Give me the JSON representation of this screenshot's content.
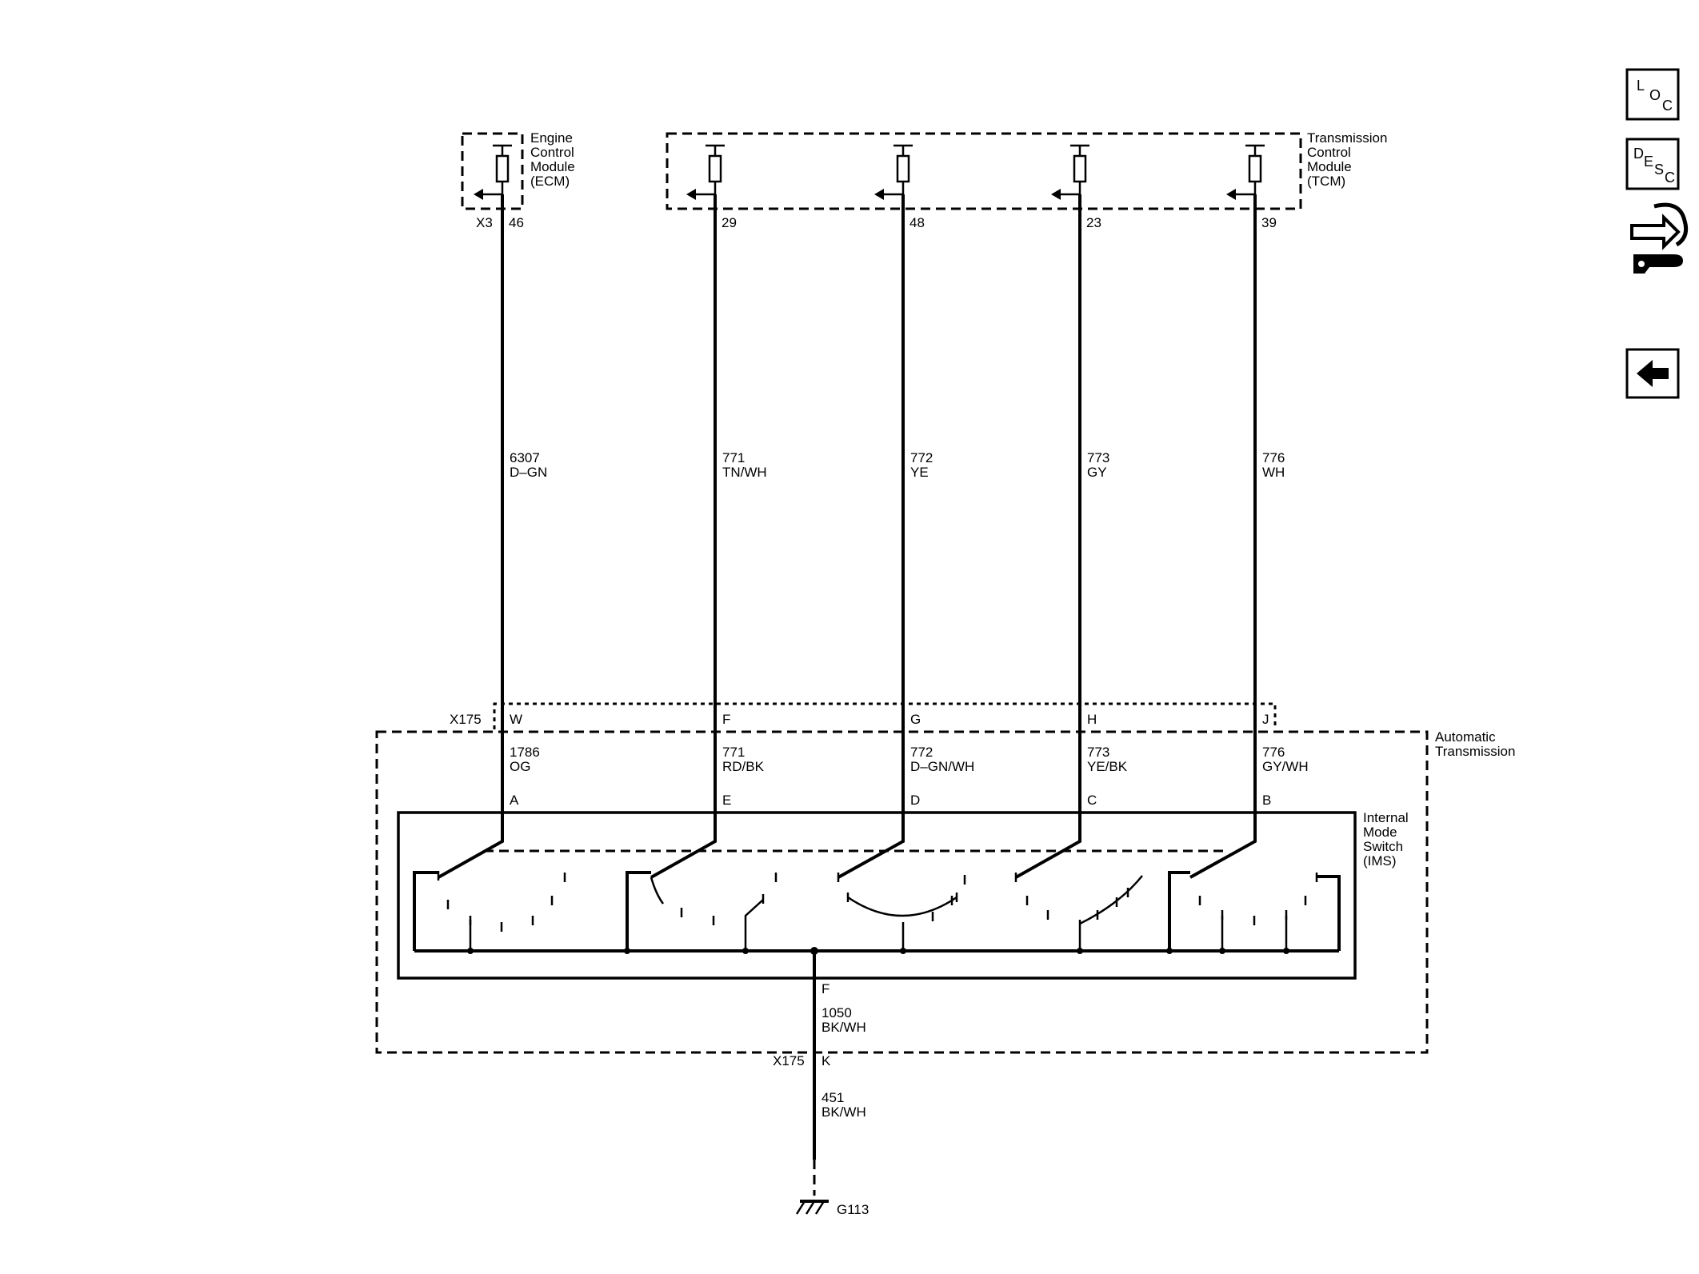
{
  "modules": {
    "ecm": [
      "Engine",
      "Control",
      "Module",
      "(ECM)"
    ],
    "tcm": [
      "Transmission",
      "Control",
      "Module",
      "(TCM)"
    ],
    "automatic_transmission": [
      "Automatic",
      "Transmission"
    ],
    "ims": [
      "Internal",
      "Mode",
      "Switch",
      "(IMS)"
    ]
  },
  "connectors": {
    "ecm_connector": "X3",
    "x175_top": "X175",
    "x175_bottom": "X175",
    "ground": "G113"
  },
  "circuits": [
    {
      "top_pin": "46",
      "upper_circuit": "6307",
      "upper_color": "D–GN",
      "x175_pin": "W",
      "lower_circuit": "1786",
      "lower_color": "OG",
      "ims_pin": "A"
    },
    {
      "top_pin": "29",
      "upper_circuit": "771",
      "upper_color": "TN/WH",
      "x175_pin": "F",
      "lower_circuit": "771",
      "lower_color": "RD/BK",
      "ims_pin": "E"
    },
    {
      "top_pin": "48",
      "upper_circuit": "772",
      "upper_color": "YE",
      "x175_pin": "G",
      "lower_circuit": "772",
      "lower_color": "D–GN/WH",
      "ims_pin": "D"
    },
    {
      "top_pin": "23",
      "upper_circuit": "773",
      "upper_color": "GY",
      "x175_pin": "H",
      "lower_circuit": "773",
      "lower_color": "YE/BK",
      "ims_pin": "C"
    },
    {
      "top_pin": "39",
      "upper_circuit": "776",
      "upper_color": "WH",
      "x175_pin": "J",
      "lower_circuit": "776",
      "lower_color": "GY/WH",
      "ims_pin": "B"
    }
  ],
  "ground_circuit": {
    "ims_pin": "F",
    "circuit": "1050",
    "color": "BK/WH",
    "x175_pin": "K",
    "lower_circuit": "451",
    "lower_color": "BK/WH"
  },
  "side_buttons": {
    "loc": [
      "L",
      "O",
      "C"
    ],
    "desc": [
      "D",
      "E",
      "S",
      "C"
    ],
    "connector_end_view_icon": "connector-end-view-icon",
    "back_icon": "left-arrow-icon"
  }
}
